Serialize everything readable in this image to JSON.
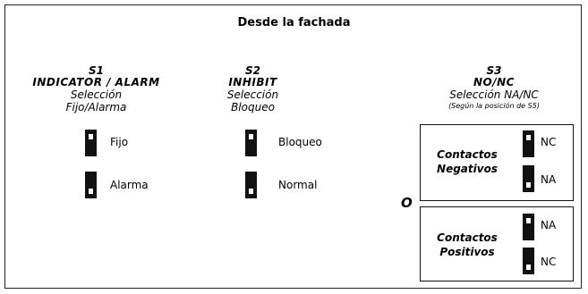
{
  "title": "Desde la fachada",
  "s1": {
    "code": "S1",
    "name": "INDICATOR / ALARM",
    "desc1": "Selección",
    "desc2": "Fijo/Alarma",
    "options": [
      {
        "label": "Fijo",
        "position": "up"
      },
      {
        "label": "Alarma",
        "position": "down"
      }
    ]
  },
  "s2": {
    "code": "S2",
    "name": "INHIBIT",
    "desc1": "Selección",
    "desc2": "Bloqueo",
    "options": [
      {
        "label": "Bloqueo",
        "position": "up"
      },
      {
        "label": "Normal",
        "position": "down"
      }
    ]
  },
  "s3": {
    "code": "S3",
    "name": "NO/NC",
    "desc1": "Selección NA/NC",
    "note": "(Según la posición de S5)",
    "negative": {
      "label_line1": "Contactos",
      "label_line2": "Negativos",
      "options": [
        {
          "label": "NC",
          "position": "up"
        },
        {
          "label": "NA",
          "position": "down"
        }
      ]
    },
    "or_label": "O",
    "positive": {
      "label_line1": "Contactos",
      "label_line2": "Positivos",
      "options": [
        {
          "label": "NA",
          "position": "up"
        },
        {
          "label": "NC",
          "position": "down"
        }
      ]
    }
  }
}
